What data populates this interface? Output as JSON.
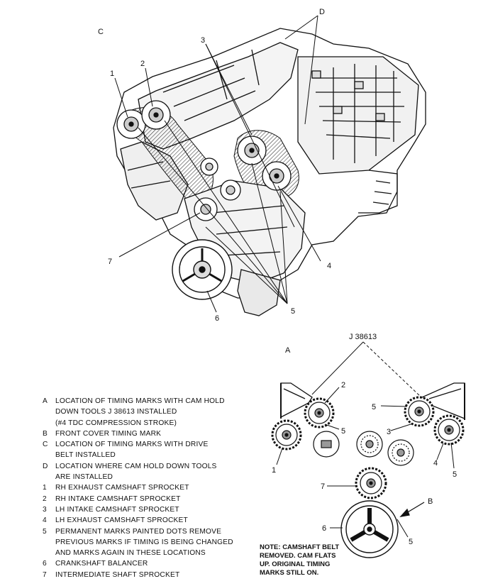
{
  "figure": {
    "top_view_label": "C",
    "callouts_top": {
      "d": "D",
      "n3": "3",
      "n1": "1",
      "n2": "2",
      "n7": "7",
      "n4": "4",
      "n5": "5",
      "n6": "6"
    },
    "bottom_view_label": "A",
    "tool_label": "J 38613",
    "callouts_bottom": {
      "n2": "2",
      "n5a": "5",
      "n5b": "5",
      "n3": "3",
      "n1": "1",
      "n4": "4",
      "n5c": "5",
      "n7": "7",
      "b": "B",
      "n6": "6",
      "n5d": "5"
    }
  },
  "legend": [
    {
      "key": "A",
      "text": "LOCATION OF TIMING MARKS WITH CAM HOLD\nDOWN TOOLS J 38613 INSTALLED\n(#4 TDC COMPRESSION STROKE)"
    },
    {
      "key": "B",
      "text": "FRONT COVER TIMING MARK"
    },
    {
      "key": "C",
      "text": "LOCATION OF TIMING MARKS WITH DRIVE\nBELT INSTALLED"
    },
    {
      "key": "D",
      "text": "LOCATION WHERE CAM HOLD DOWN TOOLS\nARE INSTALLED"
    },
    {
      "key": "1",
      "text": "RH EXHAUST CAMSHAFT SPROCKET"
    },
    {
      "key": "2",
      "text": "RH INTAKE CAMSHAFT SPROCKET"
    },
    {
      "key": "3",
      "text": "LH INTAKE CAMSHAFT SPROCKET"
    },
    {
      "key": "4",
      "text": "LH EXHAUST CAMSHAFT SPROCKET"
    },
    {
      "key": "5",
      "text": "PERMANENT MARKS PAINTED DOTS REMOVE\nPREVIOUS MARKS IF TIMING IS BEING CHANGED\nAND MARKS AGAIN IN THESE LOCATIONS"
    },
    {
      "key": "6",
      "text": "CRANKSHAFT BALANCER"
    },
    {
      "key": "7",
      "text": "INTERMEDIATE SHAFT SPROCKET"
    }
  ],
  "note": "NOTE: CAMSHAFT BELT\nREMOVED. CAM FLATS\nUP. ORIGINAL TIMING\nMARKS STILL ON."
}
